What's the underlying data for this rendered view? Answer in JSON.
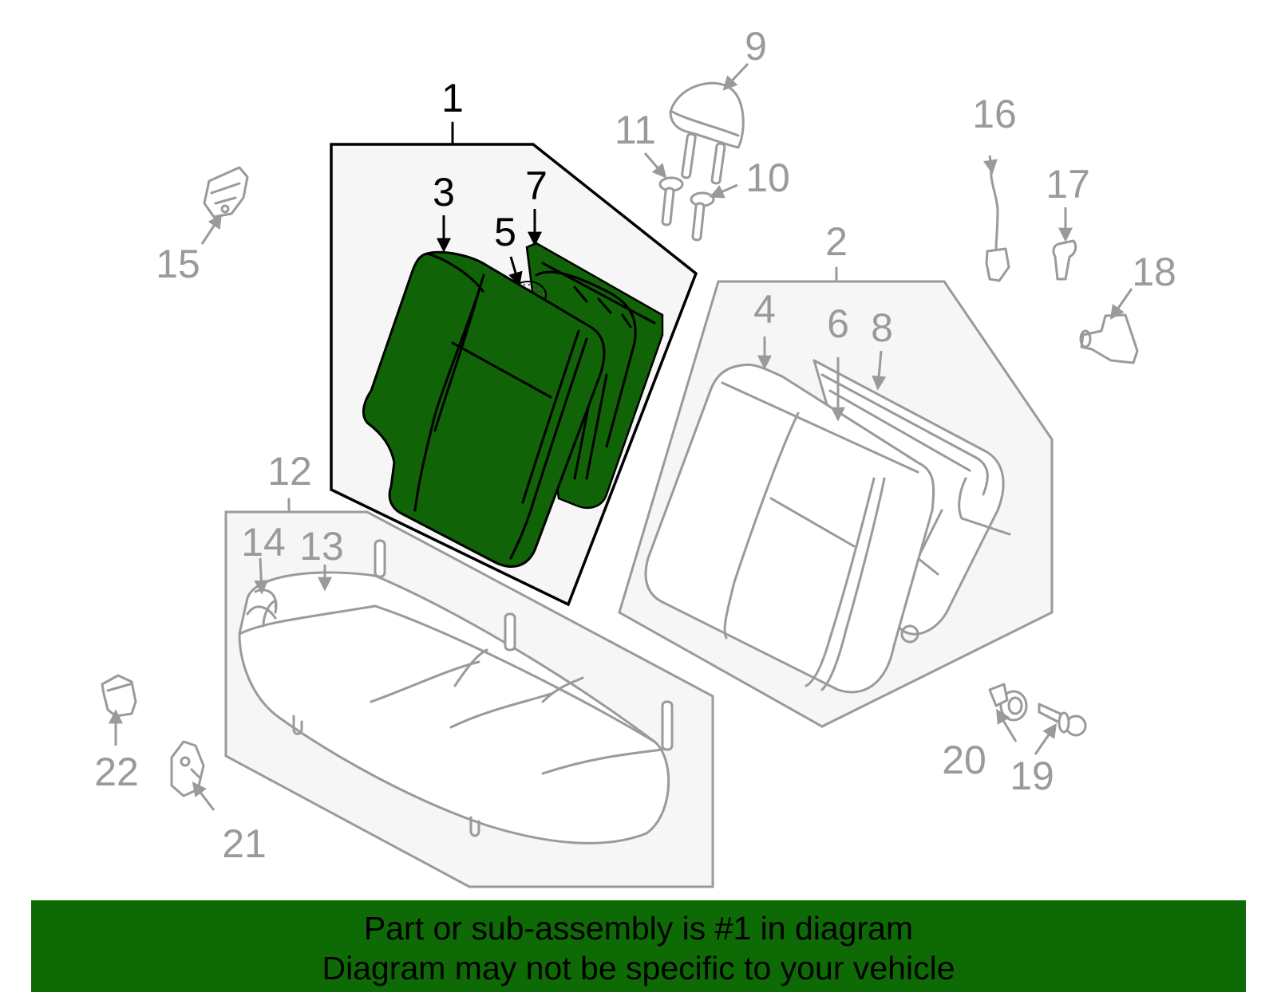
{
  "callouts": {
    "c1": "1",
    "c2": "2",
    "c3": "3",
    "c4": "4",
    "c5": "5",
    "c6": "6",
    "c7": "7",
    "c8": "8",
    "c9": "9",
    "c10": "10",
    "c11": "11",
    "c12": "12",
    "c13": "13",
    "c14": "14",
    "c15": "15",
    "c16": "16",
    "c17": "17",
    "c18": "18",
    "c19": "19",
    "c20": "20",
    "c21": "21",
    "c22": "22"
  },
  "footer": {
    "line1": "Part or sub-assembly is #1 in diagram",
    "line2": "Diagram may not be specific to your vehicle"
  },
  "colors": {
    "highlight": "#0e6a05",
    "highlight_part": "#106306",
    "outline_gray": "#9a9a9a",
    "panel_fill": "#f6f6f6",
    "footer_bg": "#0e6a05"
  }
}
